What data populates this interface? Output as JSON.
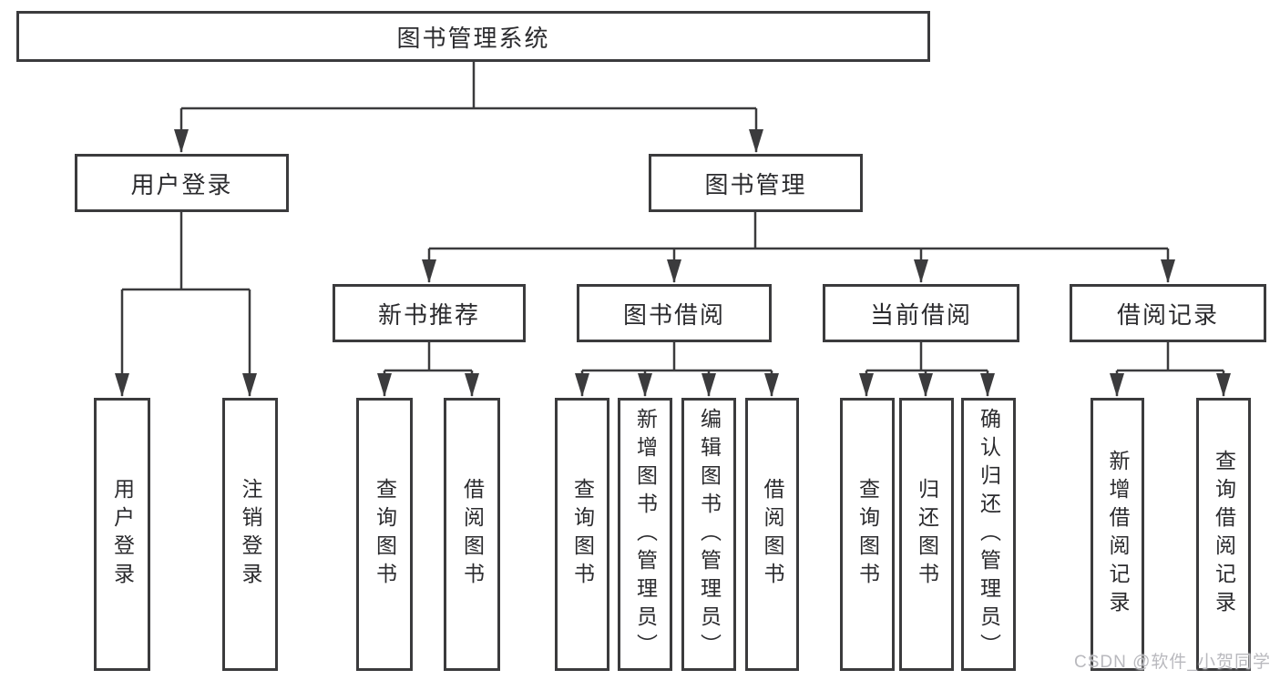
{
  "diagram_type": "function-structure-tree",
  "colors": {
    "line": "#3b3b3d",
    "border": "#3b3b3d",
    "text": "#2b2b2e",
    "box_background": "#ffffff",
    "watermark": "#b9b9be"
  },
  "nodes": {
    "root": {
      "label": "图书管理系统"
    },
    "level2": {
      "user_login": {
        "label": "用户登录"
      },
      "book_management": {
        "label": "图书管理"
      }
    },
    "level3": {
      "new_book_recommend": {
        "label": "新书推荐"
      },
      "book_borrowing": {
        "label": "图书借阅"
      },
      "current_borrowing": {
        "label": "当前借阅"
      },
      "borrowing_records": {
        "label": "借阅记录"
      }
    },
    "leaves": {
      "user_login": {
        "label": "用户登录"
      },
      "logout": {
        "label": "注销登录"
      },
      "query_books_recommend": {
        "label": "查询图书"
      },
      "borrow_books_recommend": {
        "label": "借阅图书"
      },
      "query_books_borrowing": {
        "label": "查询图书"
      },
      "add_books_admin": {
        "label": "新增图书（管理员）"
      },
      "edit_books_admin": {
        "label": "编辑图书（管理员）"
      },
      "borrow_books_borrowing": {
        "label": "借阅图书"
      },
      "query_books_current": {
        "label": "查询图书"
      },
      "return_books": {
        "label": "归还图书"
      },
      "confirm_return_admin": {
        "label": "确认归还（管理员）"
      },
      "add_borrow_record": {
        "label": "新增借阅记录"
      },
      "query_borrow_record": {
        "label": "查询借阅记录"
      }
    }
  },
  "watermark": {
    "text": "CSDN @软件_小贺同学"
  }
}
